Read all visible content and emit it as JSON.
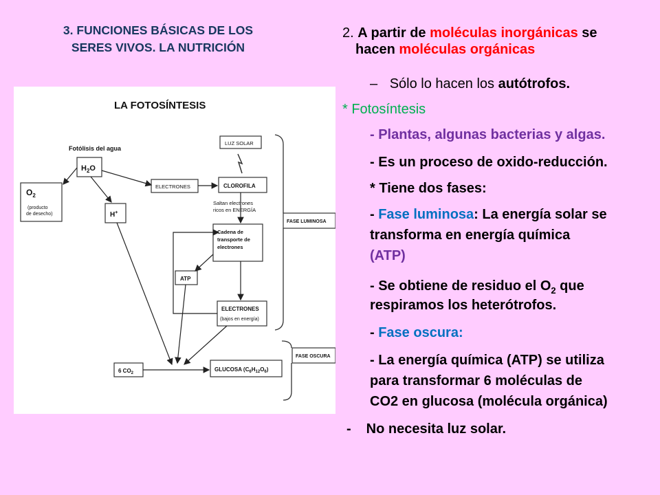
{
  "title": {
    "line1": "3. FUNCIONES BÁSICAS DE LOS",
    "line2": "SERES VIVOS. LA NUTRICIÓN"
  },
  "diagram": {
    "heading": "LA FOTOSÍNTESIS",
    "fotolisis": "Fotólisis del agua",
    "h2o": "H",
    "h2o_sub": "2",
    "h2o_end": "O",
    "o2": "O",
    "o2_sub": "2",
    "o2_note1": "(producto",
    "o2_note2": "de desecho)",
    "hplus": "H",
    "hplus_sup": "+",
    "electrones_top": "ELECTRONES",
    "luz_solar": "LUZ SOLAR",
    "clorofila": "CLOROFILA",
    "saltan1": "Saltan electrones",
    "saltan2": "ricos en ENERGÍA",
    "cadena1": "Cadena de",
    "cadena2": "transporte de",
    "cadena3": "electrones",
    "atp": "ATP",
    "electrones_bottom": "ELECTRONES",
    "bajos": "(bajos en energía)",
    "co2": "6 CO",
    "co2_sub": "2",
    "glucosa": "GLUCOSA (C",
    "glucosa_sub1": "6",
    "glucosa_h": "H",
    "glucosa_sub2": "12",
    "glucosa_o": "O",
    "glucosa_sub3": "6",
    "glucosa_end": ")",
    "fase_luminosa": "FASE LUMINOSA",
    "fase_oscura": "FASE OSCURA"
  },
  "content": {
    "l1_num": "2. ",
    "l1_a": "A partir de ",
    "l1_b": "moléculas inorgánicas",
    "l1_c": " se",
    "l2_a": "hacen ",
    "l2_b": "moléculas orgánicas",
    "dash1": "–",
    "l3_a": "Sólo lo hacen los ",
    "l3_b": "autótrofos.",
    "foto": "* Fotosíntesis",
    "plantas": "- Plantas, algunas bacterias y algas.",
    "oxido": "- Es un proceso de oxido-reducción.",
    "dos_fases": "* Tiene dos fases:",
    "lum_a": "- ",
    "lum_b": "Fase luminosa",
    "lum_c": ": La energía solar se",
    "lum2": "transforma en energía química",
    "lum3": "(ATP)",
    "res1_a": "- Se obtiene de residuo el O",
    "res1_sub": "2",
    "res1_b": " que",
    "res2": "respiramos los heterótrofos.",
    "osc_a": "- ",
    "osc_b": "Fase oscura",
    "osc_c": ":",
    "en1_a": "- ",
    "en1_b": "La energía química (ATP) se utiliza",
    "en2": "para transformar 6 moléculas de",
    "en3": "CO2 en glucosa (molécula orgánica)",
    "luz_dash": "-",
    "luz": "No necesita luz solar."
  }
}
